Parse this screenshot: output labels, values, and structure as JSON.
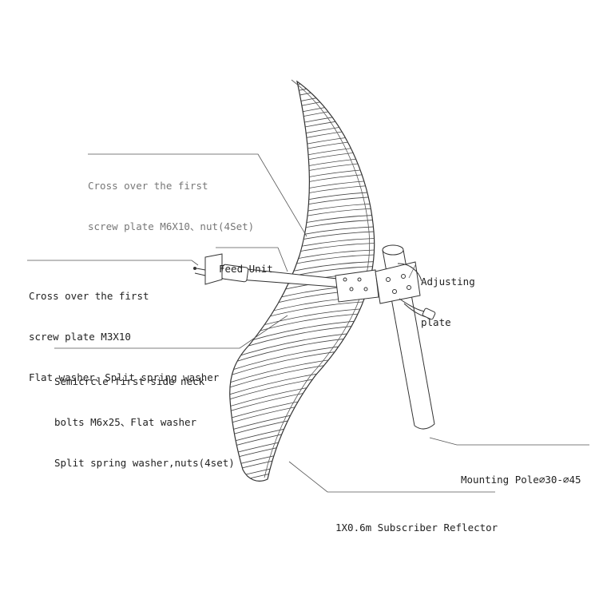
{
  "callouts": {
    "cross_over_first_m6": {
      "line1": "Cross over the first",
      "line2": "screw plate M6X10、nut(4Set)"
    },
    "feed_unit": "Feed Unit",
    "adjusting_plate": {
      "line1": "Adjusting",
      "line2": "plate"
    },
    "cross_over_first_m3": {
      "line1": "Cross over the first",
      "line2": "screw plate M3X10",
      "line3": "Flat washer、Split spring washer"
    },
    "semicircle_bolts": {
      "line1": "Semicrcle first side neck",
      "line2": "bolts M6x25、Flat washer",
      "line3": "Split spring washer,nuts(4set)"
    },
    "mounting_pole": "Mounting Pole∅30-∅45",
    "reflector": "1X0.6m Subscriber Reflector"
  },
  "colors": {
    "line": "#333333",
    "light_text": "#777777",
    "background": "#ffffff"
  }
}
